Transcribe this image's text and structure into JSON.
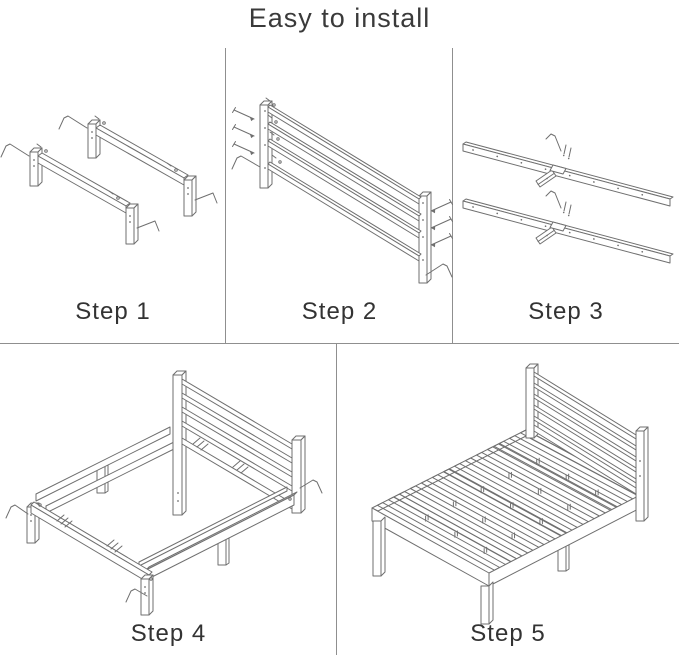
{
  "page": {
    "title": "Easy to install"
  },
  "colors": {
    "background": "#ffffff",
    "line_art": "#6f6f6f",
    "divider": "#8f8f8f",
    "text": "#333333",
    "slat_strip": "#8d8d8d"
  },
  "steps": [
    {
      "id": "step-1",
      "label": "Step 1",
      "illustration": "two-side-rails-with-legs-and-hex-keys"
    },
    {
      "id": "step-2",
      "label": "Step 2",
      "illustration": "headboard-posts-and-slats-with-screws"
    },
    {
      "id": "step-3",
      "label": "Step 3",
      "illustration": "two-center-support-rails-with-center-legs"
    },
    {
      "id": "step-4",
      "label": "Step 4",
      "illustration": "bed-frame-assembly-without-slats"
    },
    {
      "id": "step-5",
      "label": "Step 5",
      "illustration": "completed-bed-with-slats-installed"
    }
  ]
}
